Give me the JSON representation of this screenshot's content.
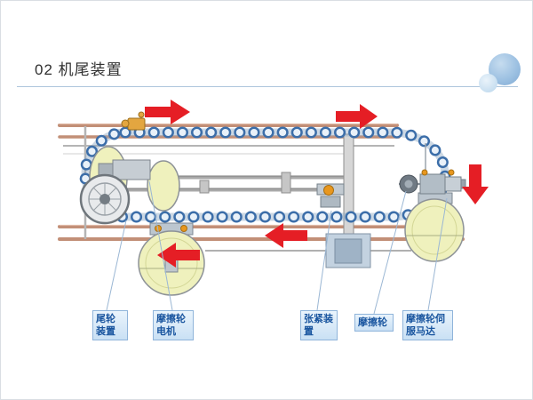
{
  "slide": {
    "title": "02 机尾装置"
  },
  "labels": [
    {
      "id": "tail-wheel-device",
      "text": "尾轮装置"
    },
    {
      "id": "friction-wheel-motor",
      "text": "摩擦轮电机"
    },
    {
      "id": "tension-device",
      "text": "张紧装置"
    },
    {
      "id": "friction-wheel",
      "text": "摩擦轮"
    },
    {
      "id": "friction-wheel-servo",
      "text": "摩擦轮伺服马达"
    }
  ],
  "diagram": {
    "arrows": [
      {
        "name": "flow-arrow-top-left",
        "direction": "right"
      },
      {
        "name": "flow-arrow-top-right",
        "direction": "right"
      },
      {
        "name": "flow-arrow-right-down",
        "direction": "down"
      },
      {
        "name": "flow-arrow-bottom-center",
        "direction": "left"
      },
      {
        "name": "flow-arrow-bottom-left",
        "direction": "left"
      }
    ]
  },
  "colors": {
    "arrow_red": "#e51e25",
    "label_text_blue": "#19559f",
    "label_border_blue": "#8fb4da",
    "roller_blue": "#3c6ea9",
    "drum_yellow": "#eff1bd",
    "pipe_copper": "#c28f77"
  }
}
